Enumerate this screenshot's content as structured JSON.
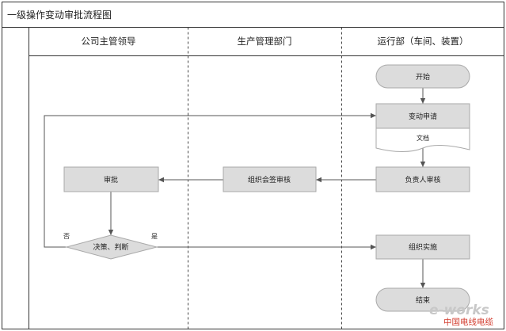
{
  "title": "一级操作变动审批流程图",
  "lanes": [
    {
      "name": "公司主管领导"
    },
    {
      "name": "生产管理部门"
    },
    {
      "name": "运行部（车间、装置）"
    }
  ],
  "nodes": {
    "start": "开始",
    "change_request": "变动申请",
    "document": "文档",
    "owner_review": "负责人审核",
    "countersign_review": "组织会签审核",
    "approve": "审批",
    "decision": "决策、判断",
    "implement": "组织实施",
    "end": "结束"
  },
  "branch_labels": {
    "no": "否",
    "yes": "是"
  },
  "colors": {
    "node_fill": "#dcdcdc",
    "node_stroke": "#a9a9a9",
    "line": "#555555",
    "frame": "#333333"
  },
  "watermark": {
    "brand": "e-works",
    "text": "中国电线电缆"
  }
}
